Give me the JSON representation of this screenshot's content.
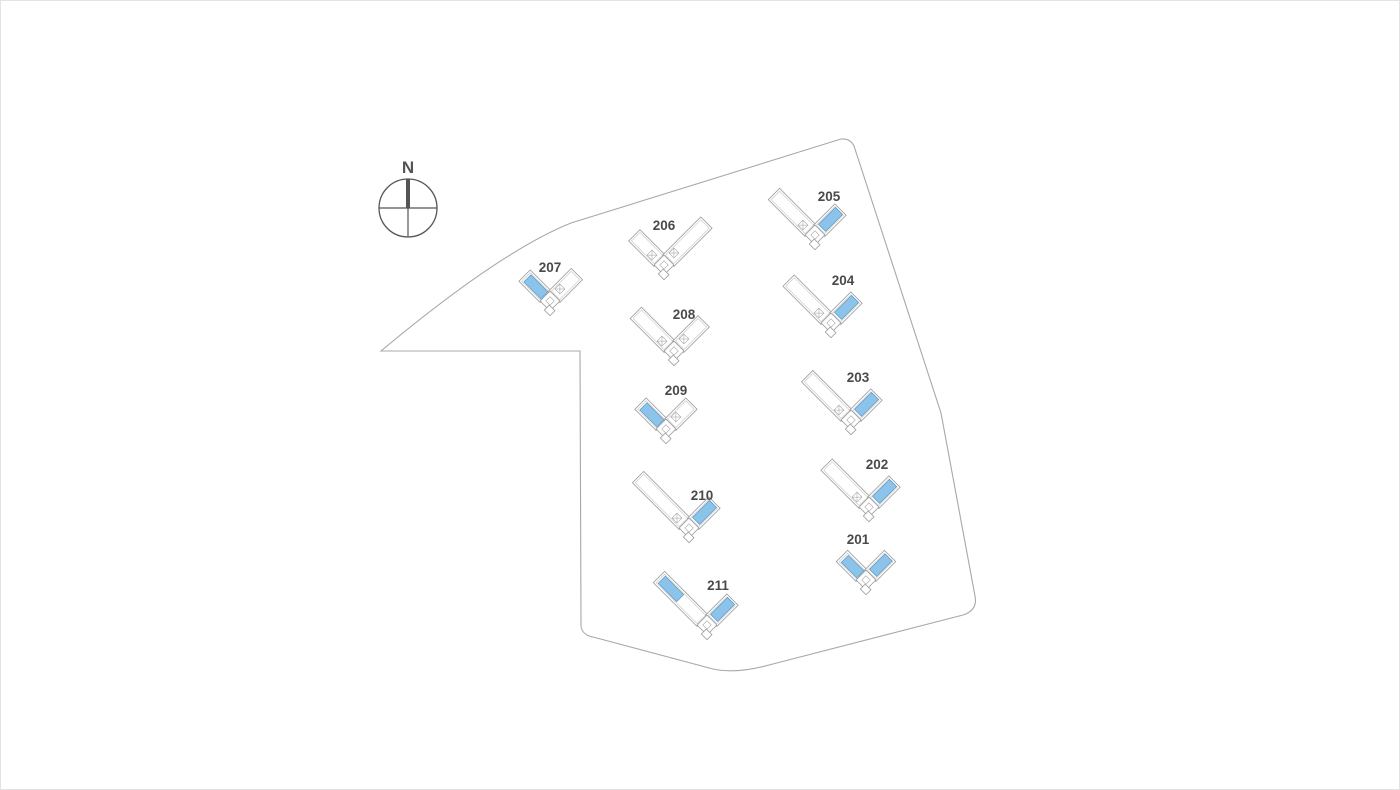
{
  "compass": {
    "label": "N",
    "icon": "compass-icon"
  },
  "colors": {
    "highlight": "#8cc3ea",
    "highlight_stroke": "#4b8fbf",
    "outline": "#a8a8a8",
    "label": "#4a4a4a"
  },
  "buildings": [
    {
      "id": "201",
      "label": "201",
      "highlighted_wings": [
        "left",
        "right"
      ]
    },
    {
      "id": "202",
      "label": "202",
      "highlighted_wings": [
        "right"
      ]
    },
    {
      "id": "203",
      "label": "203",
      "highlighted_wings": [
        "right"
      ]
    },
    {
      "id": "204",
      "label": "204",
      "highlighted_wings": [
        "right"
      ]
    },
    {
      "id": "205",
      "label": "205",
      "highlighted_wings": [
        "right"
      ]
    },
    {
      "id": "206",
      "label": "206",
      "highlighted_wings": []
    },
    {
      "id": "207",
      "label": "207",
      "highlighted_wings": [
        "left"
      ]
    },
    {
      "id": "208",
      "label": "208",
      "highlighted_wings": []
    },
    {
      "id": "209",
      "label": "209",
      "highlighted_wings": [
        "left"
      ]
    },
    {
      "id": "210",
      "label": "210",
      "highlighted_wings": [
        "right"
      ]
    },
    {
      "id": "211",
      "label": "211",
      "highlighted_wings": [
        "left",
        "right"
      ]
    }
  ]
}
